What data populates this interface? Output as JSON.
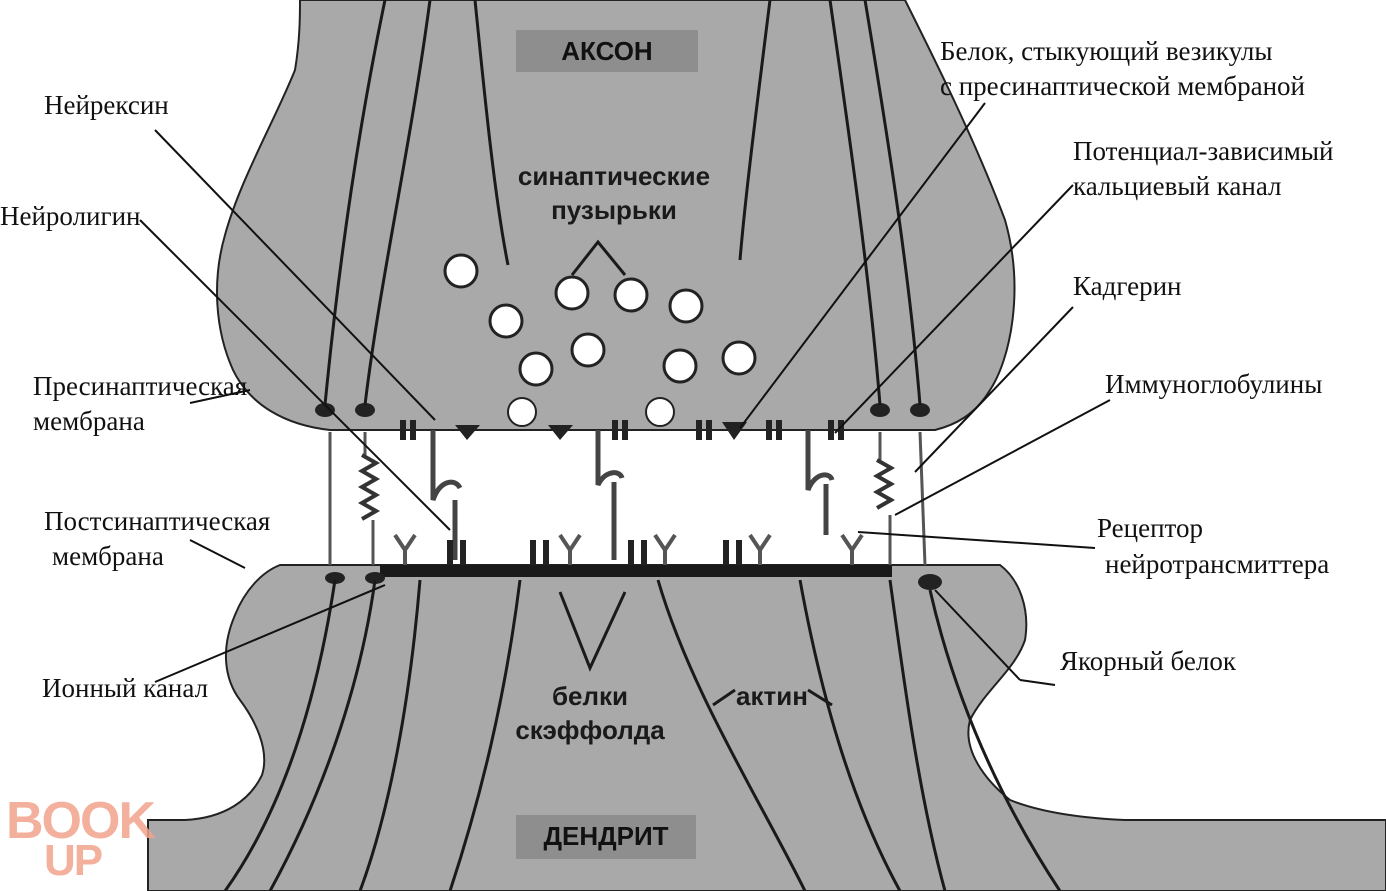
{
  "diagram": {
    "axon_label": "АКСОН",
    "dendrite_label": "ДЕНДРИТ",
    "vesicles_label_line1": "синаптические",
    "vesicles_label_line2": "пузырьки",
    "scaffold_label_line1": "белки",
    "scaffold_label_line2": "скэффолда",
    "actin_label": "актин",
    "labels": {
      "neurexin": "Нейрексин",
      "neuroligin": "Нейролигин",
      "presynaptic_line1": "Пресинаптическая",
      "presynaptic_line2": "мембрана",
      "postsynaptic_line1": "Постсинаптическая",
      "postsynaptic_line2": "мембрана",
      "ion_channel": "Ионный канал",
      "docking_line1": "Белок, стыкующий везикулы",
      "docking_line2": "с пресинаптической мембраной",
      "calcium_line1": "Потенциал-зависимый",
      "calcium_line2": "кальциевый канал",
      "cadherin": "Кадгерин",
      "immunoglobulins": "Иммуноглобулины",
      "receptor_line1": "Рецептор",
      "receptor_line2": "нейротрансмиттера",
      "anchor": "Якорный белок"
    },
    "watermark": {
      "line1": "BOOK",
      "line2": "UP"
    },
    "colors": {
      "cell_fill": "#a9a9a9",
      "outline": "#1c1c1c",
      "box_fill": "#8e8e8e",
      "watermark": "#f2a48d"
    }
  }
}
